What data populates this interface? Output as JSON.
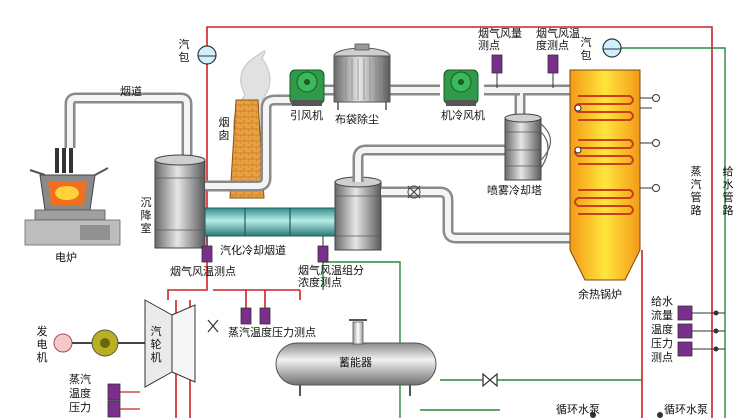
{
  "labels": {
    "drum_left": "汽包",
    "flue": "烟道",
    "chimney": "烟囱",
    "induced_fan": "引风机",
    "bag_filter": "布袋除尘",
    "machine_cooling_fan": "机冷风机",
    "spray_tower": "喷雾冷却塔",
    "flue_gas_flow_point": "烟气风量测点",
    "flue_gas_temp_point": "烟气风温度测点",
    "drum_right": "汽包",
    "steam_pipe": "蒸汽管路",
    "feedwater_pipe": "给水管路",
    "electric_furnace": "电炉",
    "settling_chamber": "沉降室",
    "vaporized_cooling_flue": "汽化冷却烟道",
    "flue_gas_temp_measure": "烟气风温测点",
    "flue_gas_temp_composition": "烟气风温组分浓度测点",
    "waste_heat_boiler": "余热锅炉",
    "steam_temp_pressure": "蒸汽温度压力测点",
    "generator": "发电机",
    "turbine": "汽轮机",
    "accumulator": "蓄能器",
    "feedwater_points": "给水流量温度压力测点",
    "steam_temp_left": "蒸汽温度压力",
    "circ_pump_1": "循环水泵",
    "circ_pump_2": "循环水泵"
  },
  "colors": {
    "steam_line": "#cc2222",
    "water_line": "#2a8a3a",
    "pipe_gray": "#b8b8b8",
    "boiler_orange": "#f5a020",
    "boiler_yellow": "#ffe43a",
    "fan_green": "#2e9a4a",
    "flue_teal": "#49a9a4",
    "chimney_brick": "#e59a3a",
    "sensor_purple": "#7a2f8c"
  }
}
